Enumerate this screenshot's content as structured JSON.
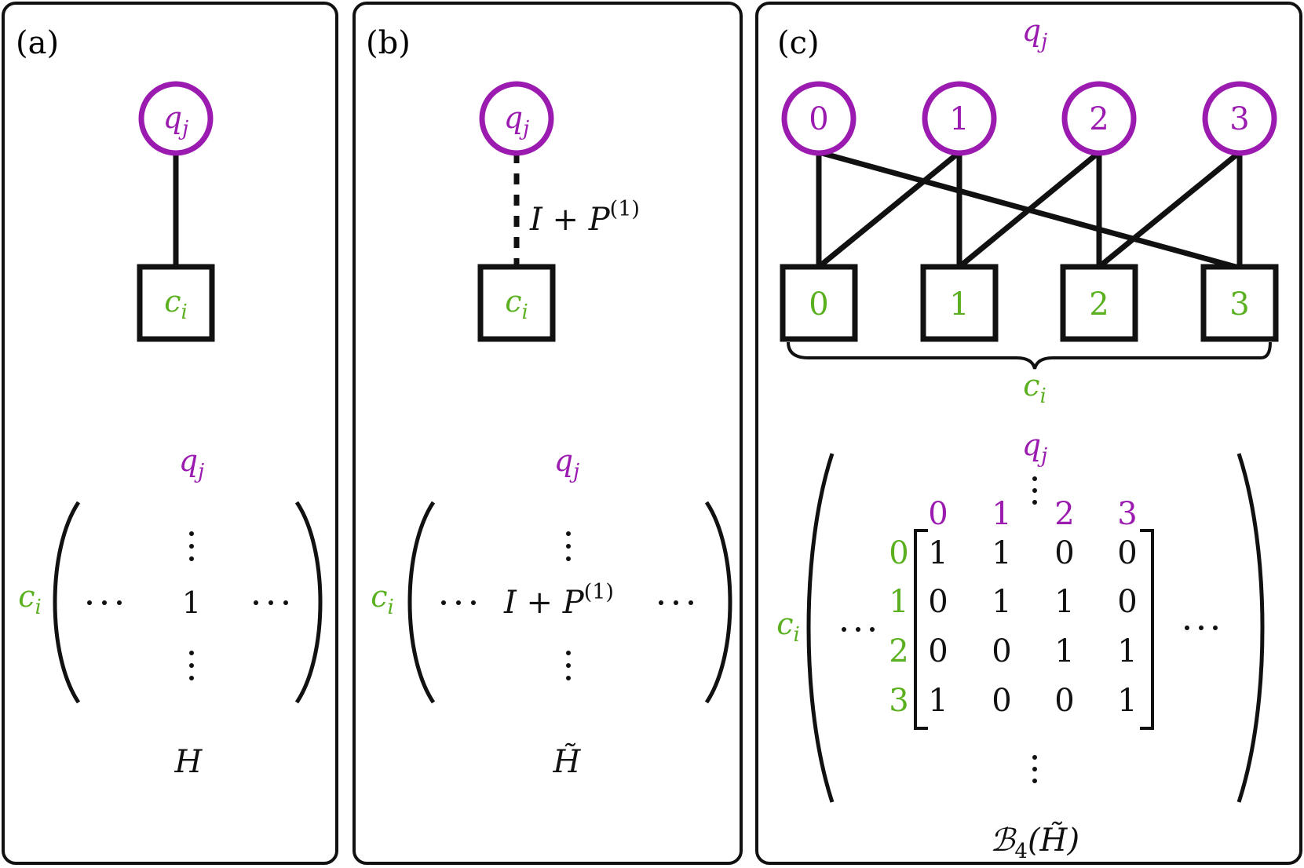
{
  "colors": {
    "variable": "#9b1bb0",
    "check": "#5ab01f",
    "stroke": "#111111"
  },
  "panel_a": {
    "label": "(a)",
    "var_node": "q",
    "var_node_sub": "j",
    "check_node": "c",
    "check_node_sub": "i",
    "matrix_col_label": "q",
    "matrix_col_label_sub": "j",
    "matrix_row_label": "c",
    "matrix_row_label_sub": "i",
    "matrix_entry": "1",
    "matrix_name": "H"
  },
  "panel_b": {
    "label": "(b)",
    "var_node": "q",
    "var_node_sub": "j",
    "check_node": "c",
    "check_node_sub": "i",
    "edge_label_main": "I + P",
    "edge_label_sup": "(1)",
    "matrix_col_label": "q",
    "matrix_col_label_sub": "j",
    "matrix_row_label": "c",
    "matrix_row_label_sub": "i",
    "matrix_entry_main": "I + P",
    "matrix_entry_sup": "(1)",
    "matrix_name": "H̃"
  },
  "panel_c": {
    "label": "(c)",
    "var_group_label": "q",
    "var_group_label_sub": "j",
    "var_nodes": [
      "0",
      "1",
      "2",
      "3"
    ],
    "check_nodes": [
      "0",
      "1",
      "2",
      "3"
    ],
    "check_group_label": "c",
    "check_group_label_sub": "i",
    "matrix_col_label": "q",
    "matrix_col_label_sub": "j",
    "matrix_row_label": "c",
    "matrix_row_label_sub": "i",
    "block_col_indices": [
      "0",
      "1",
      "2",
      "3"
    ],
    "block_row_indices": [
      "0",
      "1",
      "2",
      "3"
    ],
    "block_rows": [
      [
        "1",
        "1",
        "0",
        "0"
      ],
      [
        "0",
        "1",
        "1",
        "0"
      ],
      [
        "0",
        "0",
        "1",
        "1"
      ],
      [
        "1",
        "0",
        "0",
        "1"
      ]
    ],
    "matrix_name_main": "ℬ",
    "matrix_name_sub": "4",
    "matrix_name_arg": "(H̃)"
  }
}
